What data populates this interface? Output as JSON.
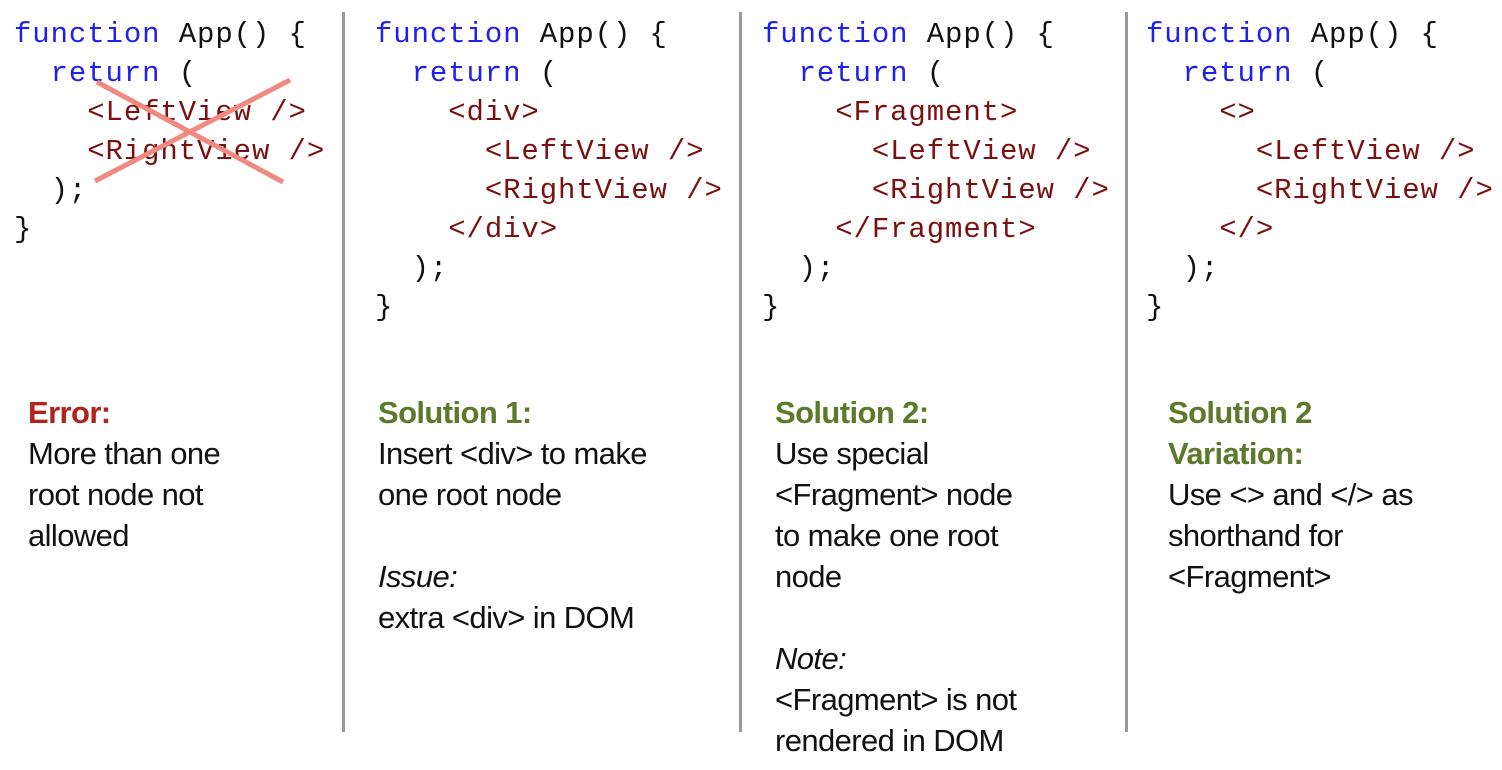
{
  "colors": {
    "keyword": "#1f1ff0",
    "tag": "#7a1010",
    "error": "#b0241c",
    "solution": "#5b7a2a",
    "cross": "#f08a80",
    "divider": "#999999"
  },
  "panels": [
    {
      "id": "error",
      "code": [
        [
          [
            "kw",
            "function"
          ],
          [
            "pl",
            " App() {"
          ]
        ],
        [
          [
            "pl",
            "  "
          ],
          [
            "kw",
            "return"
          ],
          [
            "pl",
            " ("
          ]
        ],
        [
          [
            "pl",
            "    "
          ],
          [
            "tag",
            "<LeftView />"
          ]
        ],
        [
          [
            "pl",
            "    "
          ],
          [
            "tag",
            "<RightView />"
          ]
        ],
        [
          [
            "pl",
            "  );"
          ]
        ],
        [
          [
            "pl",
            "}"
          ]
        ]
      ],
      "desc": [
        [
          "h-error",
          "Error:"
        ],
        [
          "",
          "More than one"
        ],
        [
          "",
          "root node not"
        ],
        [
          "",
          "allowed"
        ]
      ]
    },
    {
      "id": "solution-1",
      "code": [
        [
          [
            "kw",
            "function"
          ],
          [
            "pl",
            " App() {"
          ]
        ],
        [
          [
            "pl",
            "  "
          ],
          [
            "kw",
            "return"
          ],
          [
            "pl",
            " ("
          ]
        ],
        [
          [
            "pl",
            "    "
          ],
          [
            "tag",
            "<div>"
          ]
        ],
        [
          [
            "pl",
            "      "
          ],
          [
            "tag",
            "<LeftView />"
          ]
        ],
        [
          [
            "pl",
            "      "
          ],
          [
            "tag",
            "<RightView />"
          ]
        ],
        [
          [
            "pl",
            "    "
          ],
          [
            "tag",
            "</div>"
          ]
        ],
        [
          [
            "pl",
            "  );"
          ]
        ],
        [
          [
            "pl",
            "}"
          ]
        ]
      ],
      "desc": [
        [
          "h-ok",
          "Solution 1:"
        ],
        [
          "",
          "Insert <div> to make"
        ],
        [
          "",
          "one root node"
        ],
        [
          "blank",
          ""
        ],
        [
          "it",
          "Issue:"
        ],
        [
          "",
          "extra <div> in DOM"
        ]
      ]
    },
    {
      "id": "solution-2",
      "code": [
        [
          [
            "kw",
            "function"
          ],
          [
            "pl",
            " App() {"
          ]
        ],
        [
          [
            "pl",
            "  "
          ],
          [
            "kw",
            "return"
          ],
          [
            "pl",
            " ("
          ]
        ],
        [
          [
            "pl",
            "    "
          ],
          [
            "tag",
            "<Fragment>"
          ]
        ],
        [
          [
            "pl",
            "      "
          ],
          [
            "tag",
            "<LeftView />"
          ]
        ],
        [
          [
            "pl",
            "      "
          ],
          [
            "tag",
            "<RightView />"
          ]
        ],
        [
          [
            "pl",
            "    "
          ],
          [
            "tag",
            "</Fragment>"
          ]
        ],
        [
          [
            "pl",
            "  );"
          ]
        ],
        [
          [
            "pl",
            "}"
          ]
        ]
      ],
      "desc": [
        [
          "h-ok",
          "Solution 2:"
        ],
        [
          "",
          "Use special"
        ],
        [
          "",
          "<Fragment> node"
        ],
        [
          "",
          "to make one root"
        ],
        [
          "",
          "node"
        ],
        [
          "blank",
          ""
        ],
        [
          "it",
          "Note:"
        ],
        [
          "",
          "<Fragment> is not"
        ],
        [
          "",
          "rendered in DOM"
        ]
      ]
    },
    {
      "id": "solution-2-variation",
      "code": [
        [
          [
            "kw",
            "function"
          ],
          [
            "pl",
            " App() {"
          ]
        ],
        [
          [
            "pl",
            "  "
          ],
          [
            "kw",
            "return"
          ],
          [
            "pl",
            " ("
          ]
        ],
        [
          [
            "pl",
            "    "
          ],
          [
            "tag",
            "<>"
          ]
        ],
        [
          [
            "pl",
            "      "
          ],
          [
            "tag",
            "<LeftView />"
          ]
        ],
        [
          [
            "pl",
            "      "
          ],
          [
            "tag",
            "<RightView />"
          ]
        ],
        [
          [
            "pl",
            "    "
          ],
          [
            "tag",
            "</>"
          ]
        ],
        [
          [
            "pl",
            "  );"
          ]
        ],
        [
          [
            "pl",
            "}"
          ]
        ]
      ],
      "desc": [
        [
          "h-ok",
          "Solution 2"
        ],
        [
          "h-ok",
          "Variation:"
        ],
        [
          "",
          "Use <> and </> as"
        ],
        [
          "",
          "shorthand for"
        ],
        [
          "",
          "<Fragment>"
        ]
      ]
    }
  ]
}
